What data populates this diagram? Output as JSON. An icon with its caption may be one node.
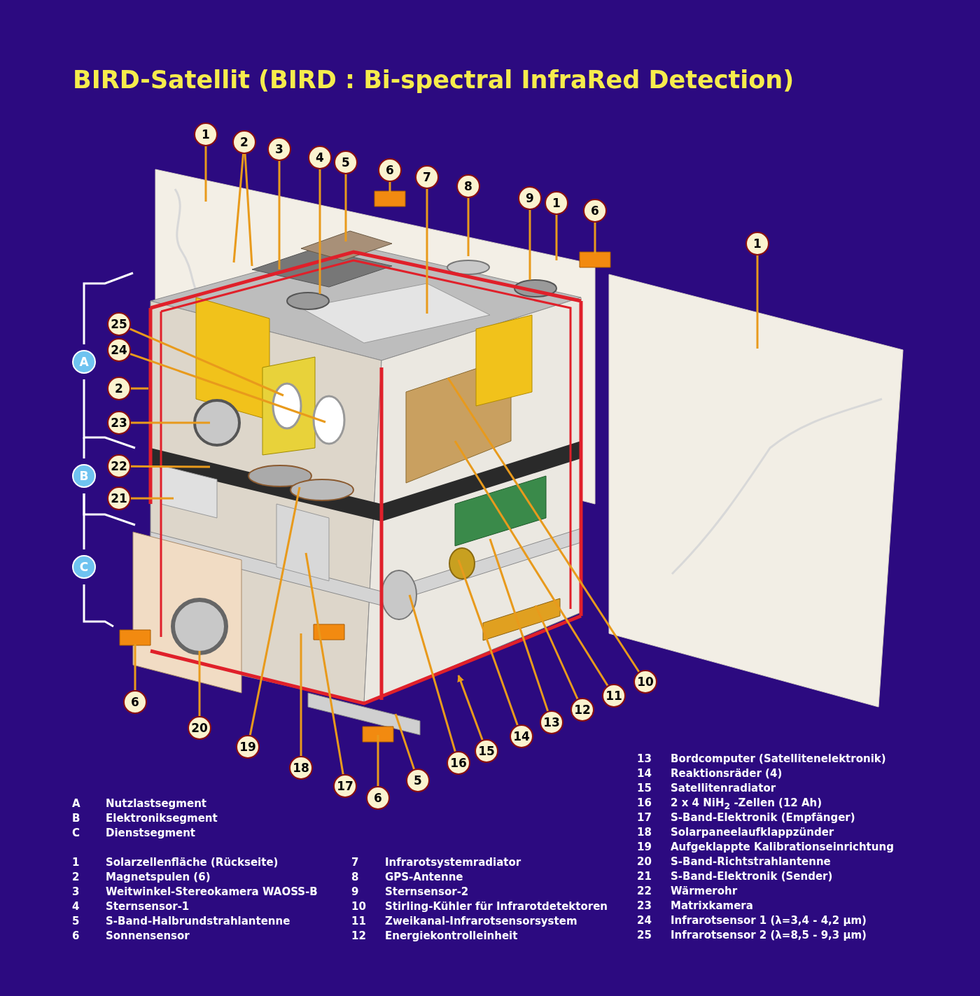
{
  "diagram": {
    "title": "BIRD-Satellit (BIRD : Bi-spectral InfraRed Detection)",
    "nodes": [
      {
        "text": [
          "1"
        ]
      },
      {
        "text": [
          "2"
        ]
      },
      {
        "text": [
          "3"
        ]
      },
      {
        "text": [
          "4"
        ]
      },
      {
        "text": [
          "5"
        ]
      },
      {
        "text": [
          "6"
        ]
      },
      {
        "text": [
          "7"
        ]
      },
      {
        "text": [
          "8"
        ]
      },
      {
        "text": [
          "9"
        ]
      },
      {
        "text": [
          "1"
        ]
      },
      {
        "text": [
          "6"
        ]
      },
      {
        "text": [
          "1"
        ]
      },
      {
        "text": [
          "25"
        ]
      },
      {
        "text": [
          "24"
        ]
      },
      {
        "text": [
          "A"
        ]
      },
      {
        "text": [
          "2"
        ]
      },
      {
        "text": [
          "23"
        ]
      },
      {
        "text": [
          "22"
        ]
      },
      {
        "text": [
          "B"
        ]
      },
      {
        "text": [
          "21"
        ]
      },
      {
        "text": [
          "C"
        ]
      },
      {
        "text": [
          "6"
        ]
      },
      {
        "text": [
          "10"
        ]
      },
      {
        "text": [
          "11"
        ]
      },
      {
        "text": [
          "12"
        ]
      },
      {
        "text": [
          "13"
        ]
      },
      {
        "text": [
          "20"
        ]
      },
      {
        "text": [
          "14"
        ]
      },
      {
        "text": [
          "19"
        ]
      },
      {
        "text": [
          "15"
        ]
      },
      {
        "text": [
          "16"
        ]
      },
      {
        "text": [
          "18"
        ]
      },
      {
        "text": [
          "5"
        ]
      },
      {
        "text": [
          "17"
        ]
      },
      {
        "text": [
          "6"
        ]
      }
    ],
    "edges": [
      {
        "from": 0,
        "to": null,
        "arrow": "none"
      },
      {
        "from": 1,
        "to": null,
        "arrow": "none"
      },
      {
        "from": 1,
        "to": null,
        "arrow": "none"
      },
      {
        "from": 2,
        "to": null,
        "arrow": "none"
      },
      {
        "from": 3,
        "to": null,
        "arrow": "none"
      },
      {
        "from": 4,
        "to": null,
        "arrow": "none"
      },
      {
        "from": 5,
        "to": null,
        "arrow": "none"
      },
      {
        "from": 6,
        "to": null,
        "arrow": "none"
      },
      {
        "from": 7,
        "to": null,
        "arrow": "none"
      },
      {
        "from": 8,
        "to": null,
        "arrow": "none"
      },
      {
        "from": 9,
        "to": null,
        "arrow": "none"
      },
      {
        "from": 10,
        "to": null,
        "arrow": "none"
      },
      {
        "from": 11,
        "to": null,
        "arrow": "none"
      },
      {
        "from": 12,
        "to": null,
        "arrow": "none"
      },
      {
        "from": 13,
        "to": null,
        "arrow": "none"
      },
      {
        "from": 15,
        "to": null,
        "arrow": "none"
      },
      {
        "from": 16,
        "to": null,
        "arrow": "none"
      },
      {
        "from": 17,
        "to": null,
        "arrow": "none"
      },
      {
        "from": 19,
        "to": null,
        "arrow": "none"
      },
      {
        "from": 21,
        "to": null,
        "arrow": "none"
      },
      {
        "from": 22,
        "to": null,
        "arrow": "none"
      },
      {
        "from": 23,
        "to": null,
        "arrow": "none"
      },
      {
        "from": 24,
        "to": null,
        "arrow": "none"
      },
      {
        "from": 25,
        "to": null,
        "arrow": "none"
      },
      {
        "from": 26,
        "to": null,
        "arrow": "none"
      },
      {
        "from": 27,
        "to": null,
        "arrow": "none"
      },
      {
        "from": 28,
        "to": null,
        "arrow": "none"
      },
      {
        "from": 29,
        "to": null,
        "arrow": "to"
      },
      {
        "from": 30,
        "to": null,
        "arrow": "none"
      },
      {
        "from": 31,
        "to": null,
        "arrow": "none"
      },
      {
        "from": 32,
        "to": null,
        "arrow": "none"
      },
      {
        "from": 33,
        "to": null,
        "arrow": "none"
      },
      {
        "from": 34,
        "to": null,
        "arrow": "none"
      }
    ],
    "labels": [
      "A",
      "Nutzlastsegment",
      "B",
      "Elektroniksegment",
      "C",
      "Dienstsegment",
      "1",
      "Solarzellenfläche (Rückseite)",
      "2",
      "Magnetspulen (6)",
      "3",
      "Weitwinkel-Stereokamera WAOSS-B",
      "4",
      "Sternsensor-1",
      "5",
      "S-Band-Halbrundstrahlantenne",
      "6",
      "Sonnensensor",
      "7",
      "Infrarotsystemradiator",
      "8",
      "GPS-Antenne",
      "9",
      "Sternsensor-2",
      "10",
      "Stirling-Kühler für Infrarotdetektoren",
      "11",
      "Zweikanal-Infrarotsensorsystem",
      "12",
      "Energiekontrolleinheit",
      "13",
      "Bordcomputer (Satellitenelektronik)",
      "14",
      "Reaktionsräder (4)",
      "15",
      "Satellitenradiator",
      "16",
      "2 x 4 NiH$_{2}$ -Zellen (12 Ah)",
      "17",
      "S-Band-Elektronik (Empfänger)",
      "18",
      "Solarpaneelaufklappzünder",
      "19",
      "Aufgeklappte Kalibrationseinrichtung",
      "20",
      "S-Band-Richtstrahlantenne",
      "21",
      "S-Band-Elektronik (Sender)",
      "22",
      "Wärmerohr",
      "23",
      "Matrixkamera",
      "24",
      "Infrarotsensor 1 (λ=3,4 - 4,2 μm)",
      "25",
      "Infrarotsensor 2 (λ=8,5 - 9,3 μm)"
    ]
  }
}
